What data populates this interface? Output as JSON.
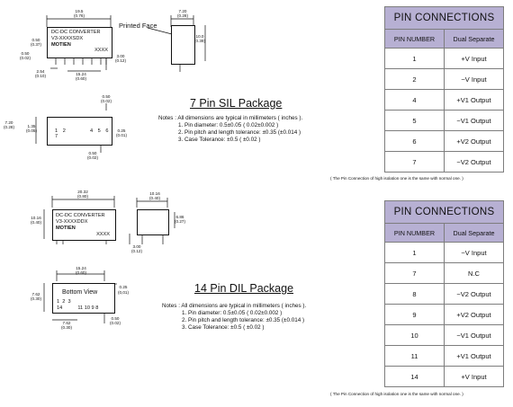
{
  "sil": {
    "dims": {
      "top_width": "19.5",
      "top_width_in": "(0.76)",
      "side_w": "7.20",
      "side_w_in": "(0.28)",
      "pin_offset_mm": "0.50",
      "pin_offset_in": "(0.37)",
      "left_offset": "0.50",
      "left_offset_in": "(0.02)",
      "pitch": "2.54",
      "pitch_in": "(0.10)",
      "span": "15.24",
      "span_in": "(0.60)",
      "pin_len": "3.00",
      "pin_len_in": "(0.12)",
      "height": "10.0",
      "height_in": "(0.39)",
      "body_h": "7.20",
      "body_h_in": "(0.28)",
      "offset2": "1.35",
      "offset2_in": "(0.05)",
      "pin_w": "0.50",
      "pin_w_in": "(0.02)",
      "pin_w2": "0.25",
      "pin_w2_in": "(0.01)",
      "pin_w3": "0.50",
      "pin_w3_in": "(0.02)"
    },
    "label_line1": "DC-DC CONVERTER",
    "label_line2": "V3-XXXXSDX",
    "brand": "MOTIEN",
    "code": "XXXX",
    "printed_face": "Printed Face",
    "pin_numbers": [
      "1",
      "2",
      "4",
      "5",
      "6",
      "7"
    ],
    "title": "7 Pin SIL Package",
    "notes_header": "Notes : All dimensions are typical in millimeters ( inches ).",
    "notes": [
      "1.  Pin diameter:  0.5±0.05 ( 0.02±0.002 )",
      "2.  Pin pitch and length  tolerance:  ±0.35 (±0.014 )",
      "3.  Case Tolerance: ±0.5 ( ±0.02 )"
    ]
  },
  "dil": {
    "dims": {
      "top_width": "20.32",
      "top_width_in": "(0.80)",
      "side_w": "10.16",
      "side_w_in": "(0.40)",
      "body_h": "10.16",
      "body_h_in": "(0.40)",
      "side_h": "6.86",
      "side_h_in": "(0.27)",
      "pin_len": "3.00",
      "pin_len_in": "(0.12)",
      "span": "15.24",
      "span_in": "(0.60)",
      "bh": "7.62",
      "bh_in": "(0.30)",
      "row_spacing": "7.62",
      "row_spacing_in": "(0.30)",
      "pin_w": "0.25",
      "pin_w_in": "(0,01)",
      "pin_w2": "0.50",
      "pin_w2_in": "(0.02)"
    },
    "label_line1": "DC-DC CONVERTER",
    "label_line2": "V3-XXXXDDX",
    "brand": "MOTIEN",
    "code": "XXXX",
    "bottom_view": "Bottom  View",
    "top_pins": [
      "1",
      "2",
      "3"
    ],
    "bottom_pins": [
      "14",
      "11",
      "10",
      "9",
      "8"
    ],
    "title": "14 Pin DIL Package",
    "notes_header": "Notes : All dimensions are typical in millimeters ( inches ).",
    "notes": [
      "1.  Pin diameter:  0.5±0.05 ( 0.02±0.002 )",
      "2.  Pin pitch and length  tolerance:  ±0.35 (±0.014 )",
      "3.  Case Tolerance: ±0.5 ( ±0.02 )"
    ]
  },
  "table_sil": {
    "title": "PIN CONNECTIONS",
    "col1": "PIN NUMBER",
    "col2": "Dual Separate",
    "rows": [
      [
        "1",
        "+V Input"
      ],
      [
        "2",
        "−V Input"
      ],
      [
        "4",
        "+V1 Output"
      ],
      [
        "5",
        "−V1 Output"
      ],
      [
        "6",
        "+V2 Output"
      ],
      [
        "7",
        "−V2 Output"
      ]
    ],
    "footnote": "( The Pin Connection of high isolation one is the same with normal one. )",
    "header_color": "#b7b0d3"
  },
  "table_dil": {
    "title": "PIN CONNECTIONS",
    "col1": "PIN NUMBER",
    "col2": "Dual Separate",
    "rows": [
      [
        "1",
        "−V Input"
      ],
      [
        "7",
        "N.C"
      ],
      [
        "8",
        "−V2 Output"
      ],
      [
        "9",
        "+V2 Output"
      ],
      [
        "10",
        "−V1 Output"
      ],
      [
        "11",
        "+V1 Output"
      ],
      [
        "14",
        "+V Input"
      ]
    ],
    "footnote": "( The Pin Connection of high isolation one is the same with normal one. )",
    "header_color": "#b7b0d3"
  }
}
